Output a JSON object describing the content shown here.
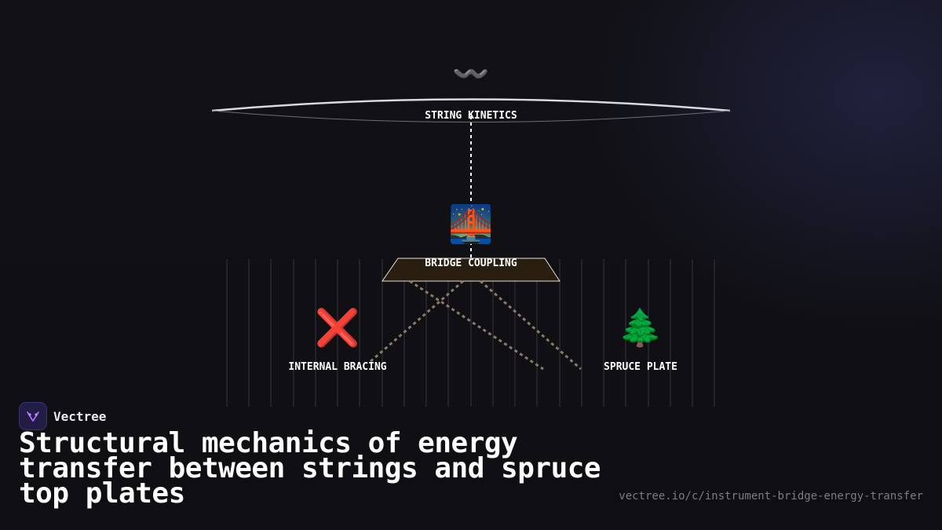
{
  "diagram": {
    "nodes": {
      "strings": {
        "label": "STRING KINETICS",
        "icon": "〰️"
      },
      "bridge": {
        "label": "BRIDGE COUPLING",
        "icon": "🌉"
      },
      "bracing": {
        "label": "INTERNAL BRACING",
        "icon": "❌"
      },
      "spruce": {
        "label": "SPRUCE PLATE",
        "icon": "🌲"
      }
    },
    "colors": {
      "string_line": "#d9d9de",
      "dotted_link": "#ffffff",
      "bridge_fill": "#2a1e10",
      "bridge_stroke": "#e6e0d6",
      "wood_grain": "#3a3a42",
      "brace_line": "#8a7a6a"
    }
  },
  "brand": {
    "name": "Vectree",
    "logo_icon": "vectree-logo-icon",
    "accent": "#221d45"
  },
  "headline": "Structural mechanics of energy transfer between strings and spruce top plates",
  "url": "vectree.io/c/instrument-bridge-energy-transfer"
}
